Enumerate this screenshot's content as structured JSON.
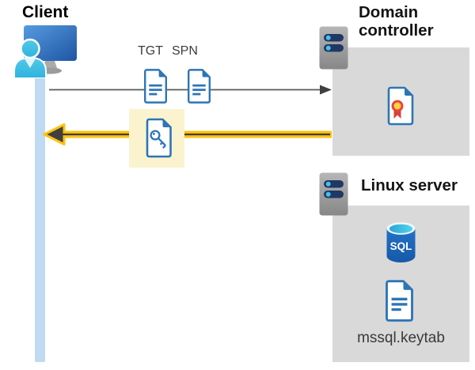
{
  "diagram": {
    "client": {
      "label": "Client"
    },
    "flow": {
      "tgt_label": "TGT",
      "spn_label": "SPN"
    },
    "domain_controller": {
      "title": "Domain controller"
    },
    "linux_server": {
      "title": "Linux server",
      "sql_label": "SQL",
      "keytab_label": "mssql.keytab"
    },
    "icons": {
      "client": [
        "monitor-icon",
        "person-icon",
        "lifeline-bar"
      ],
      "flow": [
        "tgt-document-icon",
        "spn-document-icon",
        "key-document-icon",
        "request-arrow-icon",
        "response-arrow-icon"
      ],
      "domain_controller": [
        "server-icon",
        "certificate-icon"
      ],
      "linux_server": [
        "server-icon",
        "sql-database-icon",
        "keytab-document-icon"
      ]
    },
    "colors": {
      "accent_yellow": "#FFC20E",
      "highlight_background": "#FAF3CD",
      "icon_blue": "#2E75B6",
      "box_gray": "#D9D9D9",
      "lifeline_blue": "#C1DAF3",
      "arrow_gray": "#58595B",
      "server_navy": "#1F3864",
      "server_cyan": "#45C2E9",
      "sql_blue": "#1C67C0",
      "rosette_red": "#D8413A",
      "rosette_yellow": "#FFD43B"
    }
  }
}
